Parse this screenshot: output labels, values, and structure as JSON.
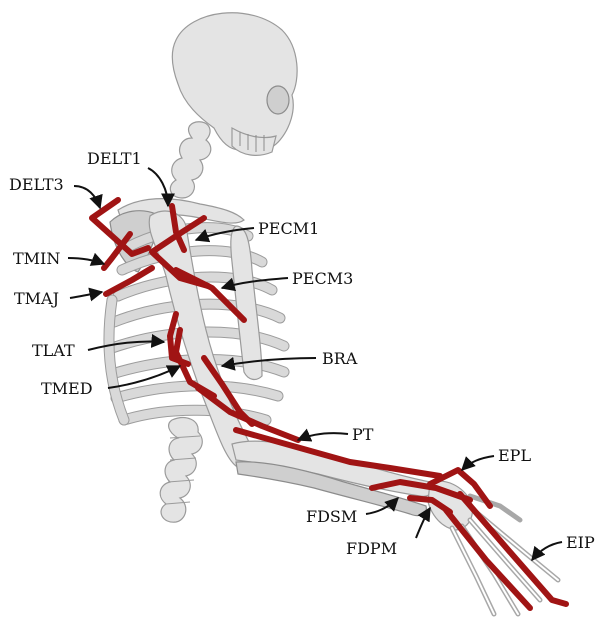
{
  "colors": {
    "muscle": "#a01414",
    "bone": "#e4e4e4",
    "label": "#111111"
  },
  "labels": {
    "delt1": "DELT1",
    "delt3": "DELT3",
    "pecm1": "PECM1",
    "tmin": "TMIN",
    "pecm3": "PECM3",
    "tmaj": "TMAJ",
    "tlat": "TLAT",
    "bra": "BRA",
    "tmed": "TMED",
    "pt": "PT",
    "epl": "EPL",
    "fdsm": "FDSM",
    "fdpm": "FDPM",
    "eip": "EIP"
  }
}
